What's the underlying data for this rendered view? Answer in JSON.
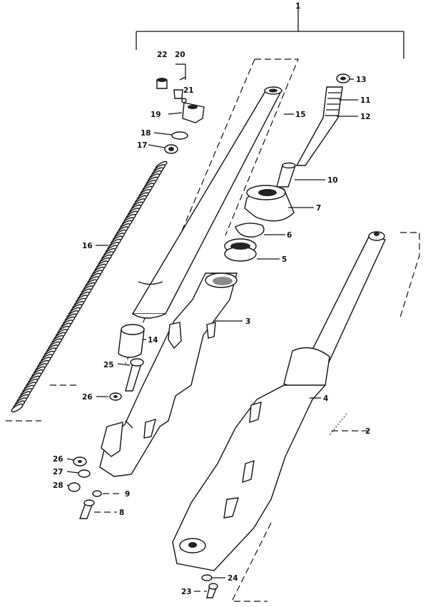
{
  "diagram": {
    "labels": {
      "p1": "1",
      "p2": "2",
      "p3": "3",
      "p4": "4",
      "p5": "5",
      "p6": "6",
      "p7": "7",
      "p8": "8",
      "p9": "9",
      "p10": "10",
      "p11": "11",
      "p12": "12",
      "p13": "13",
      "p14": "14",
      "p15": "15",
      "p16": "16",
      "p17": "17",
      "p18": "18",
      "p19": "19",
      "p20": "20",
      "p21": "21",
      "p22": "22",
      "p23": "23",
      "p24": "24",
      "p25": "25",
      "p26a": "26",
      "p26b": "26",
      "p27": "27",
      "p28": "28"
    }
  }
}
